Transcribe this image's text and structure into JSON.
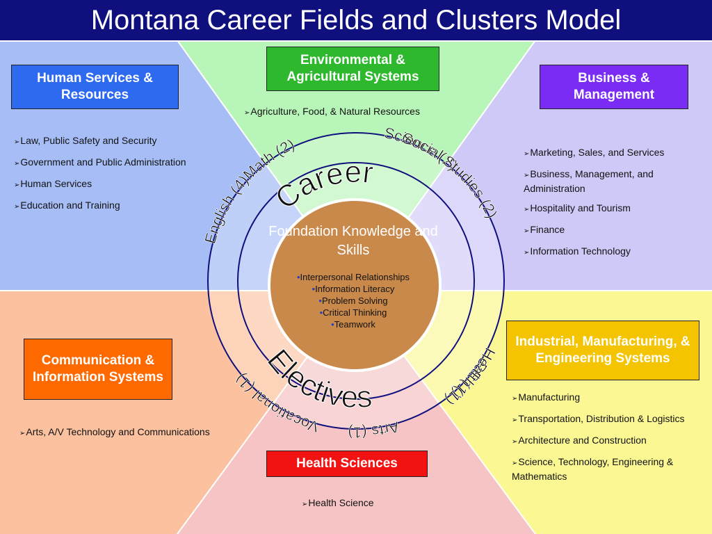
{
  "title": "Montana Career Fields and Clusters Model",
  "fields": {
    "environmental": {
      "label": "Environmental & Agricultural Systems",
      "color": "#2db82d",
      "region_color": "#b8f5b8",
      "clusters": [
        "Agriculture, Food, & Natural Resources"
      ]
    },
    "business": {
      "label": "Business & Management",
      "color": "#7a2cf5",
      "region_color": "#cfc9f7",
      "clusters": [
        "Marketing, Sales, and Services",
        "Business, Management, and Administration",
        "Hospitality and Tourism",
        "Finance",
        "Information Technology"
      ]
    },
    "human_services": {
      "label": "Human Services & Resources",
      "color": "#2e6af0",
      "region_color": "#a6bdf6",
      "clusters": [
        "Law, Public Safety and Security",
        "Government and Public Administration",
        "Human Services",
        "Education and Training"
      ]
    },
    "industrial": {
      "label": "Industrial, Manufacturing, & Engineering Systems",
      "color": "#f5c400",
      "region_color": "#fbf894",
      "clusters": [
        "Manufacturing",
        "Transportation, Distribution & Logistics",
        "Architecture and Construction",
        "Science, Technology, Engineering & Mathematics"
      ]
    },
    "communication": {
      "label": "Communication & Information Systems",
      "color": "#ff6a00",
      "region_color": "#fcc2a0",
      "clusters": [
        "Arts, A/V Technology and Communications"
      ]
    },
    "health": {
      "label": "Health Sciences",
      "color": "#f21212",
      "region_color": "#f6c4c4",
      "clusters": [
        "Health Science"
      ]
    }
  },
  "ring": {
    "career_label": "Career",
    "electives_label": "Electives",
    "subjects": [
      "Math (2)",
      "Science (2)",
      "Social Studies (2)",
      "PE (1)",
      "Health (1)",
      "Arts (1)",
      "Vocational (1)",
      "English (4)"
    ]
  },
  "foundation": {
    "title": "Foundation Knowledge and Skills",
    "items": [
      "Interpersonal Relationships",
      "Information Literacy",
      "Problem Solving",
      "Critical Thinking",
      "Teamwork"
    ],
    "center_color": "#c9894a"
  }
}
